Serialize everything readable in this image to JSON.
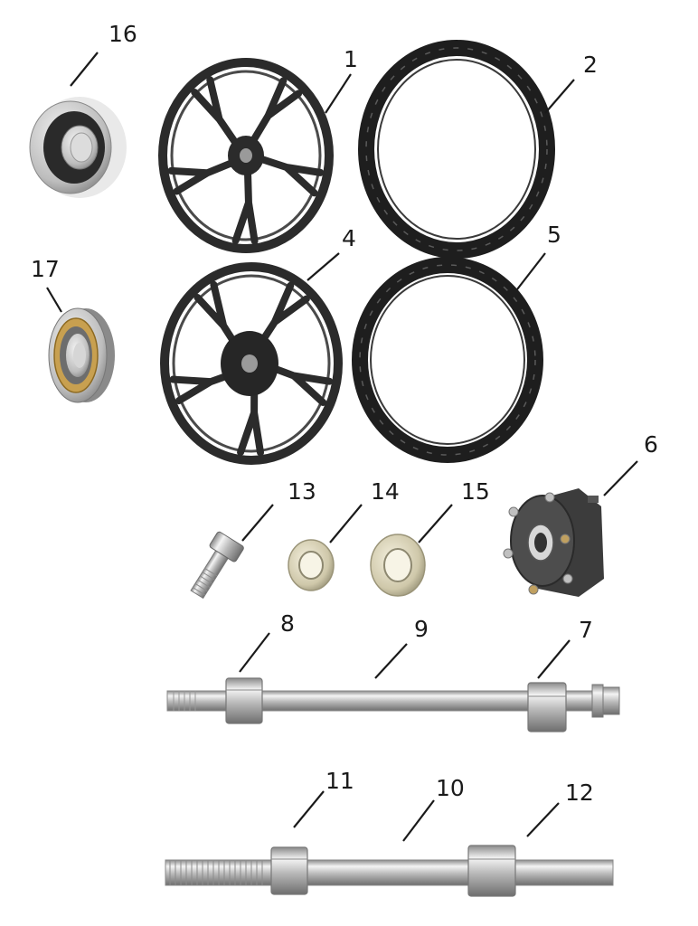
{
  "parts": [
    {
      "number": "1",
      "part": "front-wheel-rim"
    },
    {
      "number": "2",
      "part": "front-tire"
    },
    {
      "number": "4",
      "part": "rear-wheel-rim"
    },
    {
      "number": "5",
      "part": "rear-tire"
    },
    {
      "number": "6",
      "part": "sprocket-hub"
    },
    {
      "number": "7",
      "part": "spacer"
    },
    {
      "number": "8",
      "part": "spacer"
    },
    {
      "number": "9",
      "part": "axle"
    },
    {
      "number": "10",
      "part": "axle"
    },
    {
      "number": "11",
      "part": "spacer"
    },
    {
      "number": "12",
      "part": "spacer"
    },
    {
      "number": "13",
      "part": "bolt"
    },
    {
      "number": "14",
      "part": "nut"
    },
    {
      "number": "15",
      "part": "nut"
    },
    {
      "number": "16",
      "part": "sealed-ball-bearing"
    },
    {
      "number": "17",
      "part": "ball-bearing"
    }
  ],
  "colors": {
    "rim": "#2b2b2b",
    "tire": "#1e1e1e",
    "metal": "#c9c9c9",
    "bearing_seal": "#2a2a2a",
    "brass": "#c8a050"
  }
}
